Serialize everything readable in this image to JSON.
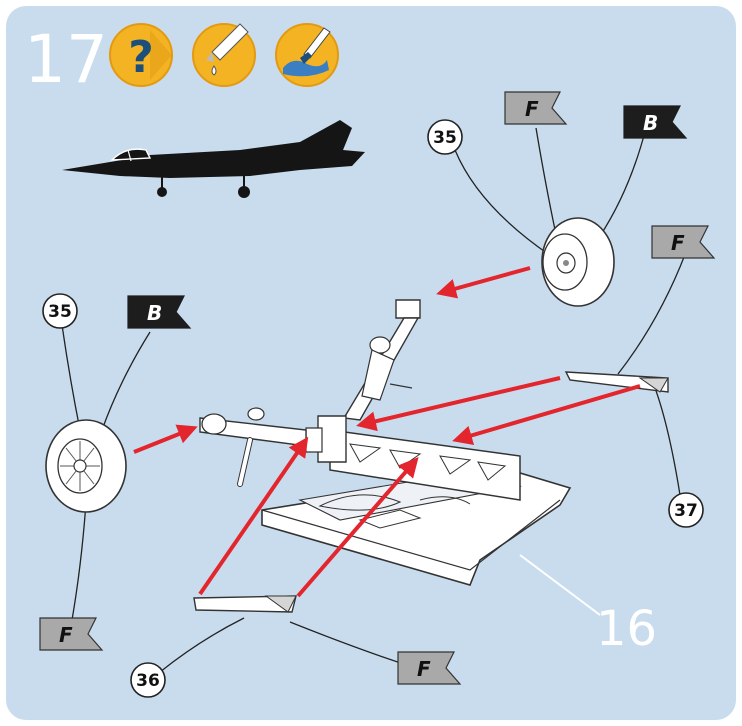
{
  "step_number": "17",
  "icons": [
    "question-icon",
    "glue-icon",
    "paint-icon"
  ],
  "callouts": {
    "c35_right": "35",
    "c35_left": "35",
    "c36": "36",
    "c37": "37",
    "c16": "16"
  },
  "flags": {
    "f_top": "F",
    "b_top": "B",
    "f_right": "F",
    "b_left": "B",
    "f_left": "F",
    "f_bottom": "F"
  },
  "colors": {
    "panel": "#c9dcee",
    "arrow": "#e3262d",
    "icon_fill": "#f3b323",
    "flag_grey": "#a9a9a9",
    "flag_black": "#1d1d1d"
  }
}
